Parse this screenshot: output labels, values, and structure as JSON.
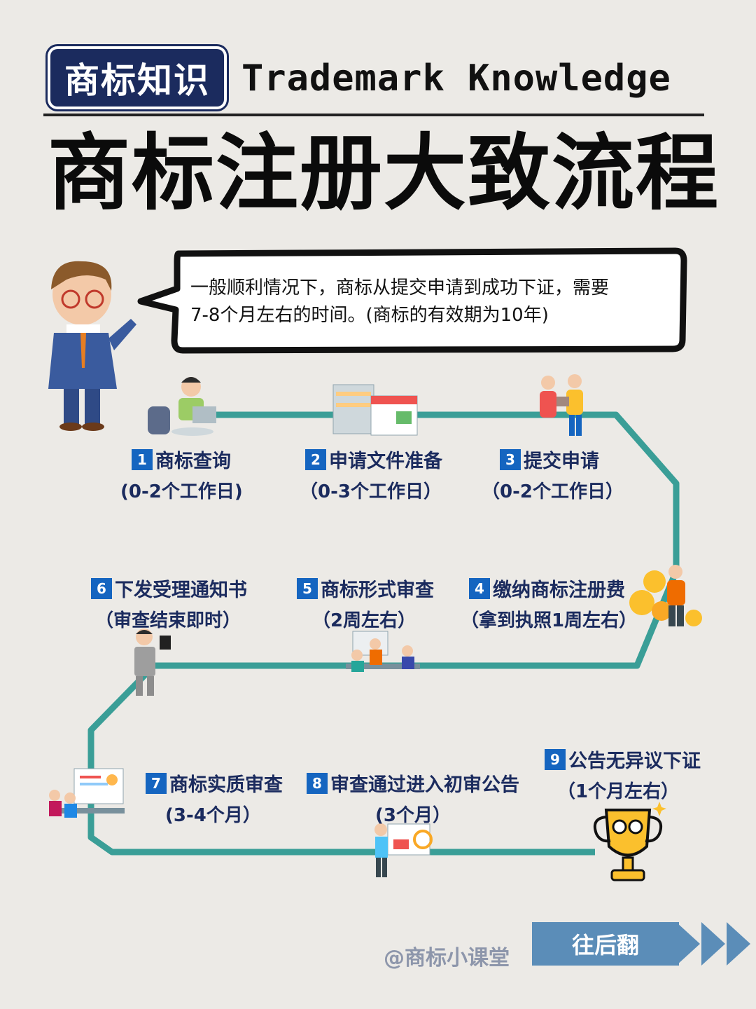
{
  "header": {
    "tag": "商标知识",
    "tag_en": "Trademark Knowledge",
    "title": "商标注册大致流程"
  },
  "intro": {
    "line1": "一般顺利情况下，商标从提交申请到成功下证，需要",
    "line2": "7-8个月左右的时间。(商标的有效期为10年)"
  },
  "steps": [
    {
      "num": "1",
      "title": "商标查询",
      "sub": "(0-2个工作日)"
    },
    {
      "num": "2",
      "title": "申请文件准备",
      "sub": "（0-3个工作日）"
    },
    {
      "num": "3",
      "title": "提交申请",
      "sub": "（0-2个工作日）"
    },
    {
      "num": "4",
      "title": "缴纳商标注册费",
      "sub": "（拿到执照1周左右）"
    },
    {
      "num": "5",
      "title": "商标形式审查",
      "sub": "（2周左右）"
    },
    {
      "num": "6",
      "title": "下发受理通知书",
      "sub": "（审查结束即时）"
    },
    {
      "num": "7",
      "title": "商标实质审查",
      "sub": "(3-4个月）"
    },
    {
      "num": "8",
      "title": "审查通过进入初审公告",
      "sub": "(3个月）"
    },
    {
      "num": "9",
      "title": "公告无异议下证",
      "sub": "（1个月左右）"
    }
  ],
  "footer": {
    "handle": "@商标小课堂",
    "next": "往后翻"
  },
  "colors": {
    "navy": "#1B2B5E",
    "path": "#3A9E97",
    "badge": "#1565C0",
    "button": "#5B8DB8"
  }
}
